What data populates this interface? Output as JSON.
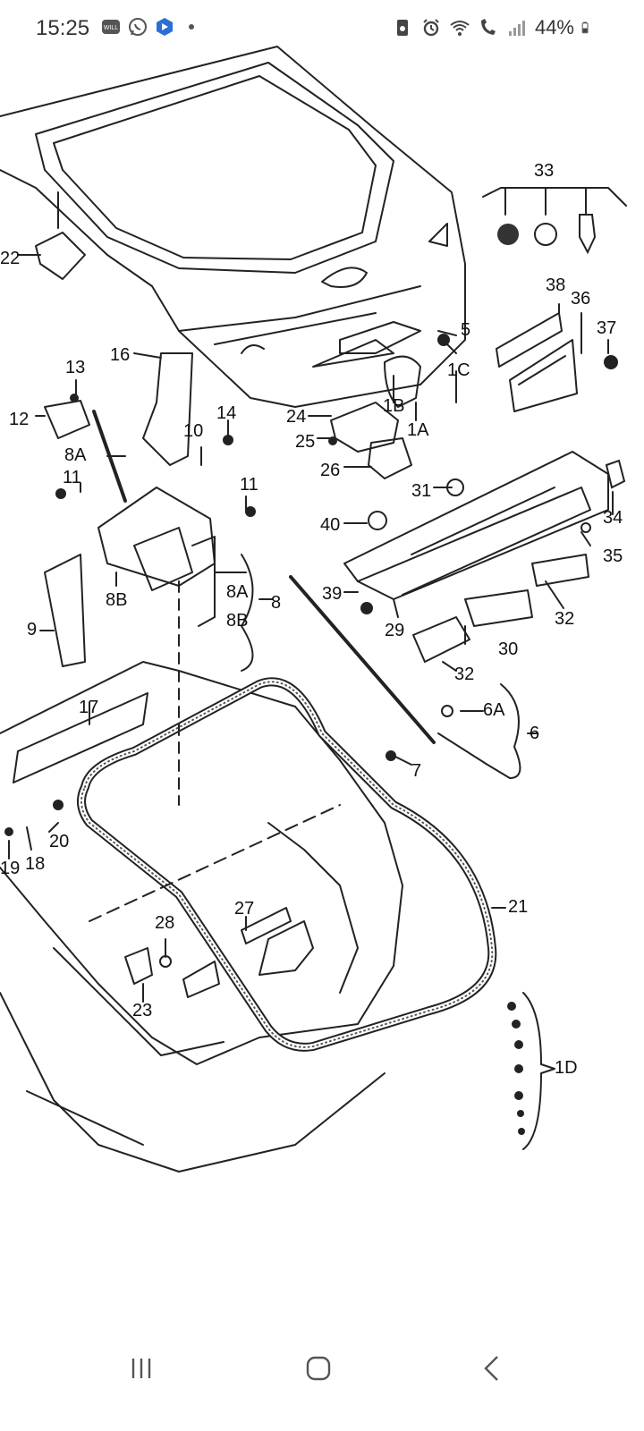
{
  "status_bar": {
    "time": "15:25",
    "battery_percent": "44%",
    "left_icons": [
      "will-app-icon",
      "whatsapp-icon",
      "shield-app-icon",
      "dot-icon"
    ],
    "right_icons": [
      "recycle-icon",
      "alarm-icon",
      "wifi-icon",
      "wifi-calling-icon",
      "signal-icon",
      "battery-icon"
    ]
  },
  "diagram": {
    "callouts": {
      "c33": "33",
      "c38": "38",
      "c36": "36",
      "c37": "37",
      "c5": "5",
      "c1C": "1C",
      "c1B": "1B",
      "c1A": "1A",
      "c22": "22",
      "c16": "16",
      "c13": "13",
      "c12": "12",
      "c14": "14",
      "c10": "10",
      "c24": "24",
      "c25": "25",
      "c26": "26",
      "c8A_top": "8A",
      "c11a": "11",
      "c11b": "11",
      "c31": "31",
      "c34": "34",
      "c40": "40",
      "c35": "35",
      "c8B_left": "8B",
      "c8A": "8A",
      "c8": "8",
      "c8B": "8B",
      "c39": "39",
      "c9": "9",
      "c29": "29",
      "c32a": "32",
      "c30": "30",
      "c32b": "32",
      "c17": "17",
      "c6A": "6A",
      "c6": "6",
      "c7": "7",
      "c20": "20",
      "c19": "19",
      "c18": "18",
      "c21": "21",
      "c27": "27",
      "c28": "28",
      "c23": "23",
      "c1D": "1D"
    }
  },
  "nav_bar": {
    "buttons": [
      "recent-apps-icon",
      "home-icon",
      "back-icon"
    ]
  }
}
